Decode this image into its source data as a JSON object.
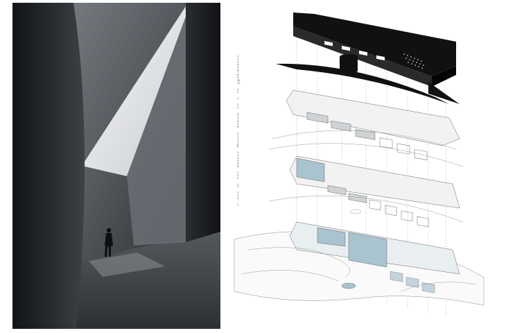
{
  "render": {
    "sky_top": "#3a4a5c",
    "sky_mid": "#9aa6b2",
    "light": "#eef0f2",
    "concrete_dark": "#1c1f22",
    "concrete_mid": "#5e6368",
    "floor": "#3d4146"
  },
  "diagram": {
    "line_color": "#555555",
    "fill_blue": "#a9c3cf",
    "fill_grey": "#cfd3d6",
    "roof_black": "#111111"
  },
  "legend_groups": [
    {
      "items": [
        "1.",
        "2.",
        "3.",
        "4.",
        "5.",
        "6.",
        "7.",
        "8.",
        "9.",
        "10.",
        "11."
      ]
    },
    {
      "items": [
        "1.",
        "2."
      ]
    },
    {
      "items": [
        "1."
      ]
    },
    {
      "items": [
        "1.",
        "2."
      ]
    },
    {
      "items": [
        "1.",
        "2.",
        "3.",
        "4.",
        "5.",
        "6."
      ]
    },
    {
      "items": [
        "1.",
        "2.",
        "3.",
        "4.",
        "5.",
        "6."
      ]
    },
    {
      "items": [
        "1.",
        "2.",
        "3.",
        "4.",
        "5.",
        "6."
      ]
    },
    {
      "items": [
        "1.",
        "2.",
        "3."
      ]
    },
    {
      "items": [
        "1.",
        "2."
      ]
    },
    {
      "items": [
        "1.",
        "2.",
        "3."
      ]
    },
    {
      "items": [
        "1."
      ]
    }
  ]
}
